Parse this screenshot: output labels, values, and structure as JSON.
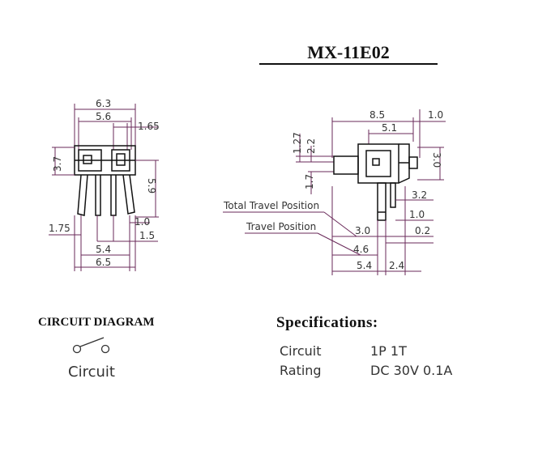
{
  "title": "MX-11E02",
  "front_view": {
    "dims": {
      "d6_3": "6.3",
      "d5_6": "5.6",
      "d1_65": "1.65",
      "d3_7": "3.7",
      "d5_9": "5.9",
      "d1_75": "1.75",
      "d1_0": "1.0",
      "d1_5": "1.5",
      "d5_4": "5.4",
      "d6_5": "6.5"
    }
  },
  "side_view": {
    "dims": {
      "d8_5": "8.5",
      "d1_0a": "1.0",
      "d5_1": "5.1",
      "d1_27": "1.27",
      "d2_2": "2.2",
      "d3_0v": "3.0",
      "d1_7": "1.7",
      "d3_2": "3.2",
      "d1_0b": "1.0",
      "d3_0h": "3.0",
      "d0_2": "0.2",
      "d4_6": "4.6",
      "d5_4": "5.4",
      "d2_4": "2.4"
    },
    "total_travel_label": "Total Travel Position",
    "travel_label": "Travel Position"
  },
  "circuit_diagram": {
    "title": "CIRCUIT DIAGRAM",
    "label": "Circuit"
  },
  "specifications": {
    "title": "Specifications:",
    "rows": [
      {
        "name": "Circuit",
        "value": "1P 1T"
      },
      {
        "name": "Rating",
        "value": "DC 30V 0.1A"
      }
    ]
  }
}
